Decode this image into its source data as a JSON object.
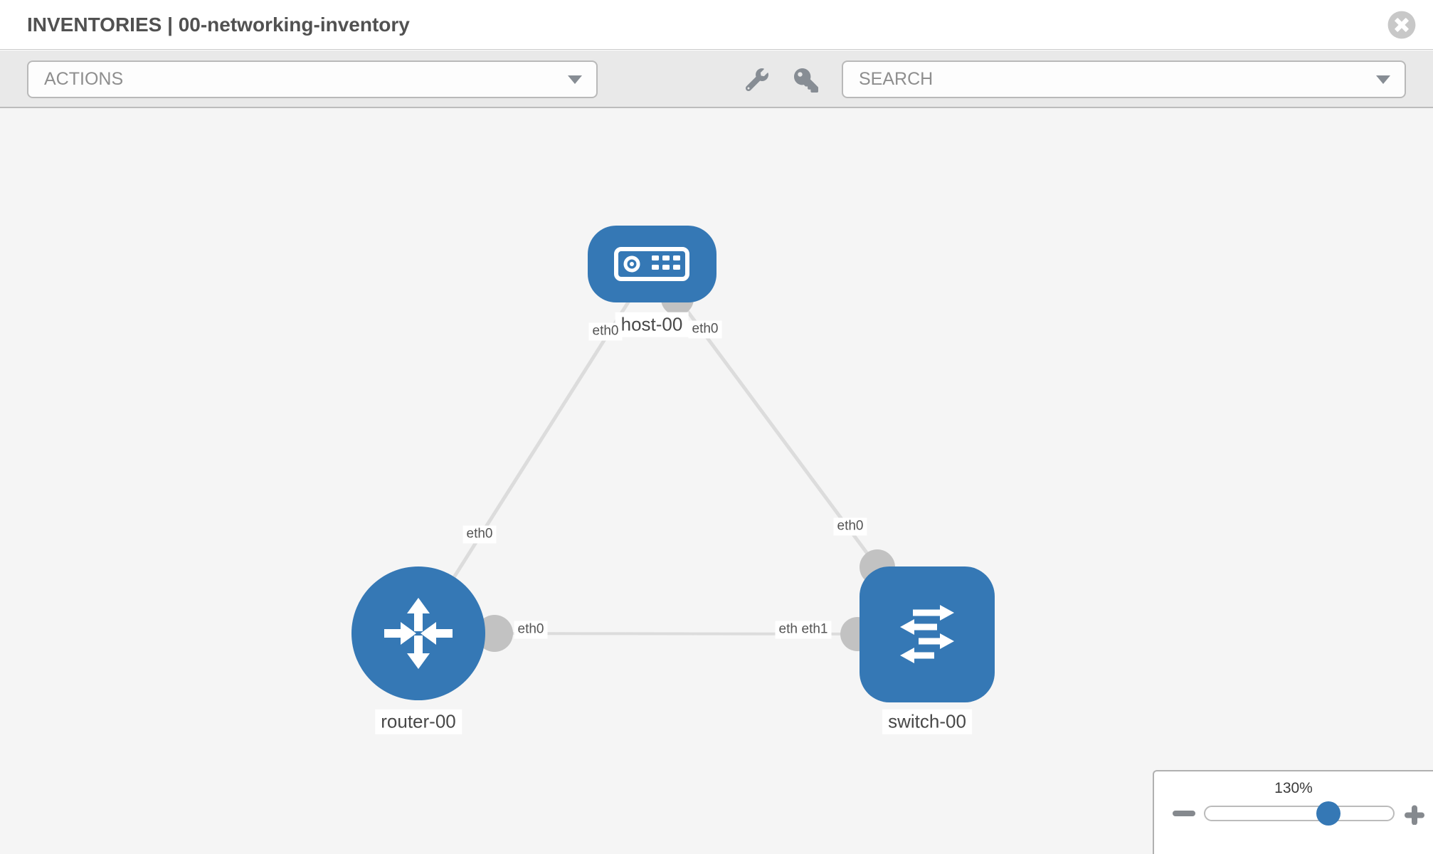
{
  "header": {
    "title": "INVENTORIES | 00-networking-inventory"
  },
  "toolbar": {
    "actions_label": "ACTIONS",
    "search_label": "SEARCH",
    "tool_icons": [
      "wrench-icon",
      "key-icon"
    ]
  },
  "colors": {
    "node_blue": "#3578b5",
    "edge_gray": "#dcdcdc",
    "port_gray": "#c2c2c2",
    "toolbar_bg": "#e9e9e9",
    "canvas_bg": "#f5f5f5"
  },
  "topology": {
    "nodes": [
      {
        "id": "host-00",
        "type": "host",
        "label": "host-00"
      },
      {
        "id": "router-00",
        "type": "router",
        "label": "router-00"
      },
      {
        "id": "switch-00",
        "type": "switch",
        "label": "switch-00"
      }
    ],
    "links": [
      {
        "source": "host-00",
        "target": "router-00",
        "source_interface": "eth0",
        "target_interface": "eth0"
      },
      {
        "source": "host-00",
        "target": "switch-00",
        "source_interface": "eth0",
        "target_interface": "eth0"
      },
      {
        "source": "router-00",
        "target": "switch-00",
        "source_interface": "eth0",
        "target_interface": "eth1"
      }
    ],
    "labels": {
      "host": "host-00",
      "router": "router-00",
      "switch": "switch-00",
      "host_router_host_end": "eth0",
      "host_router_router_end": "eth0",
      "host_switch_host_end": "eth0",
      "host_switch_switch_end": "eth0",
      "router_switch_router_end": "eth0",
      "router_switch_switch_end_under": "eth0",
      "router_switch_switch_end": "eth1"
    }
  },
  "zoom_control": {
    "value_label": "130%"
  }
}
